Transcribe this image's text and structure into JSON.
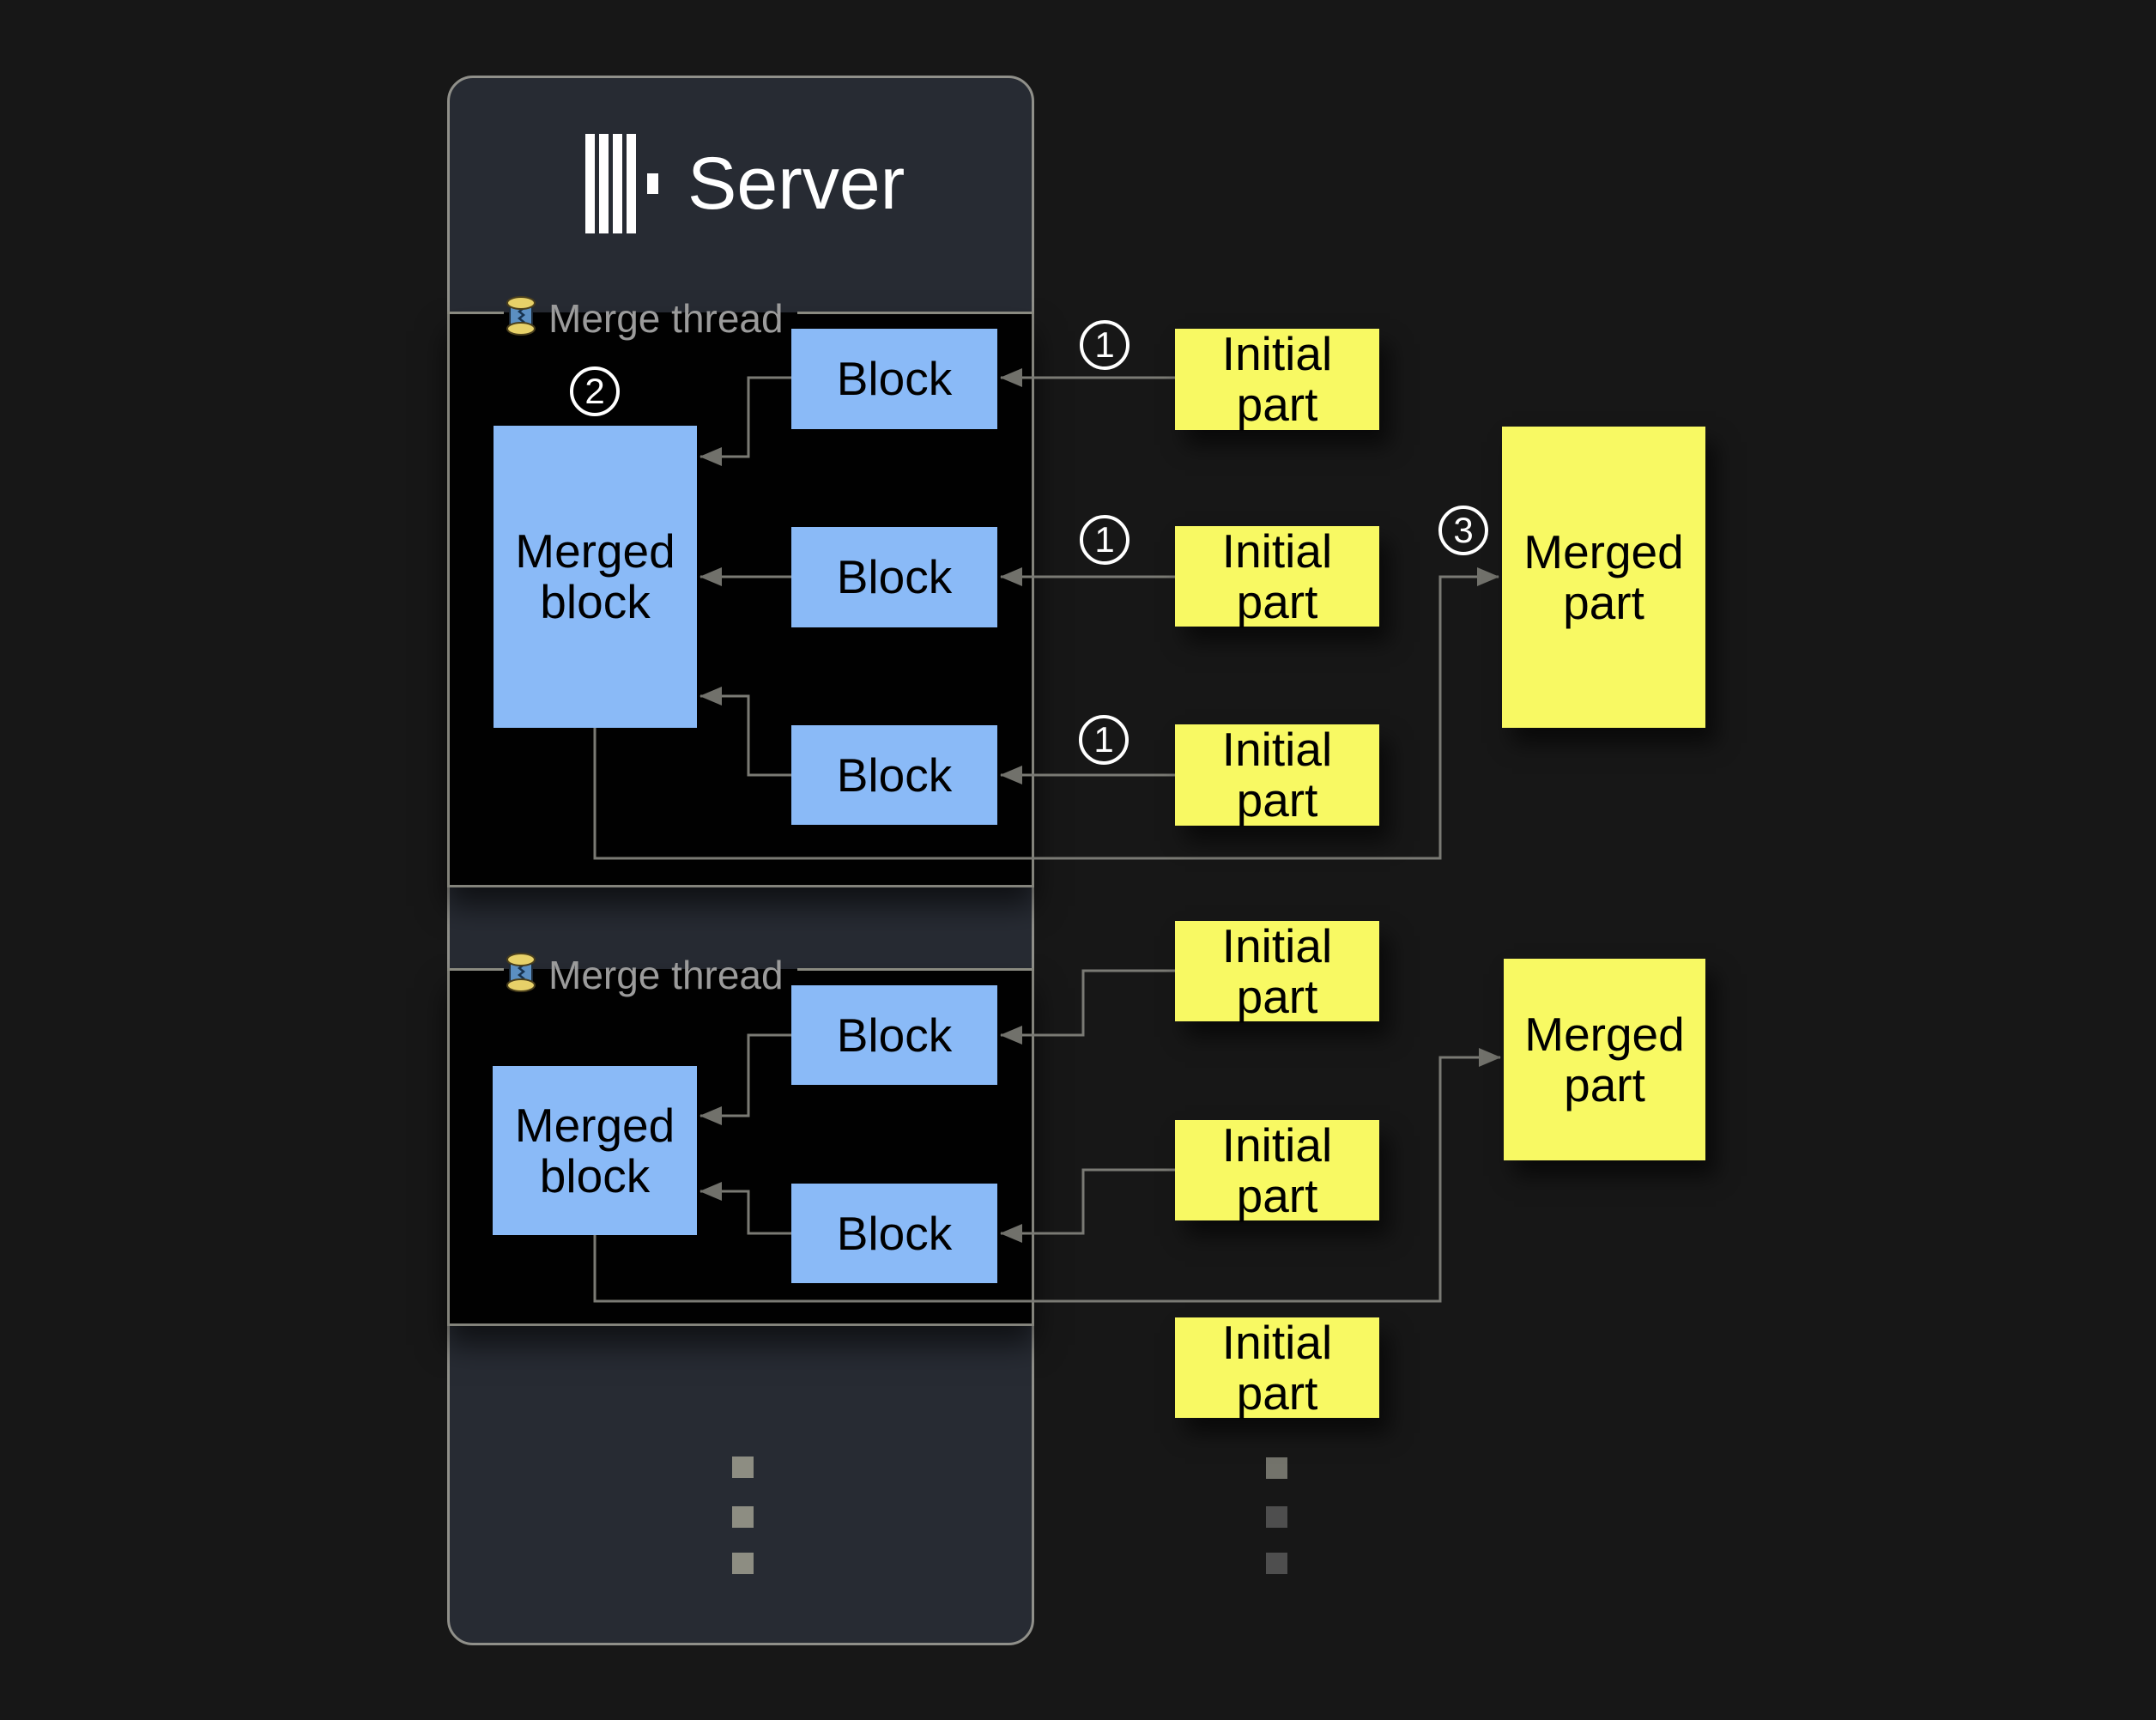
{
  "server": {
    "title": "Server"
  },
  "threads": [
    {
      "label": "Merge thread",
      "merged_block_label": "Merged block",
      "blocks": [
        "Block",
        "Block",
        "Block"
      ],
      "step_badge": "2"
    },
    {
      "label": "Merge thread",
      "merged_block_label": "Merged block",
      "blocks": [
        "Block",
        "Block"
      ]
    }
  ],
  "initial_parts": [
    {
      "label": "Initial part",
      "badge": "1"
    },
    {
      "label": "Initial part",
      "badge": "1"
    },
    {
      "label": "Initial part",
      "badge": "1"
    },
    {
      "label": "Initial part"
    },
    {
      "label": "Initial part"
    },
    {
      "label": "Initial part"
    }
  ],
  "merged_parts": [
    {
      "label": "Merged part",
      "badge": "3"
    },
    {
      "label": "Merged part"
    }
  ],
  "icons": {
    "server_logo": "clickhouse-bars-logo",
    "thread_icon": "thread-spool"
  },
  "colors": {
    "canvas_bg": "#171717",
    "server_bg": "#272b33",
    "panel_bg": "#010101",
    "block_fill": "#8abaf7",
    "part_fill": "#f8f963",
    "line": "#7a7a74",
    "label_text": "#9b9b9b",
    "badge": "#ffffff"
  }
}
